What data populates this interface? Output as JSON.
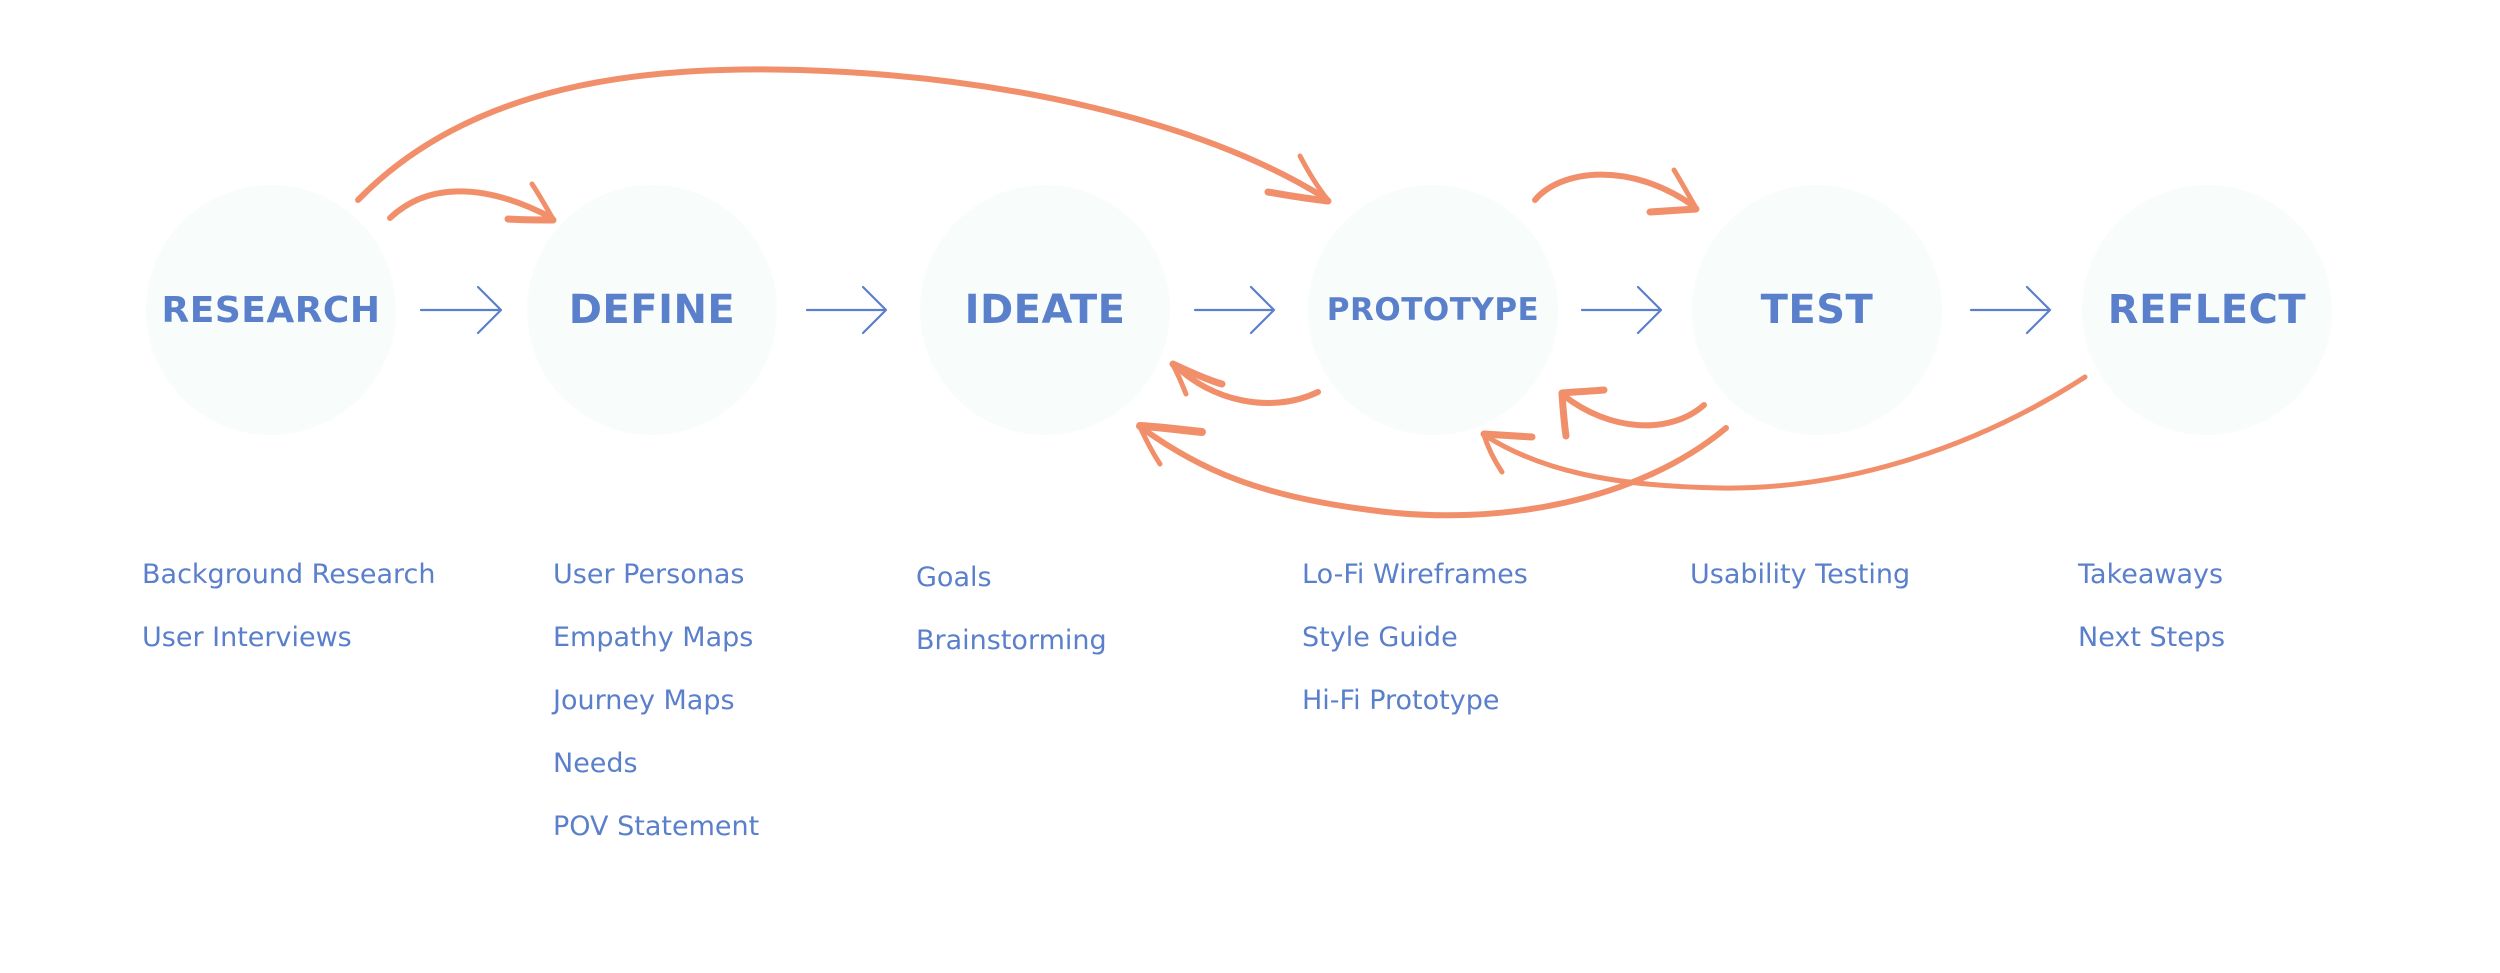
{
  "diagram": {
    "stages": [
      {
        "id": "research",
        "label": "RESEARCH",
        "items": [
          "Background Research",
          "User Interviews"
        ]
      },
      {
        "id": "define",
        "label": "DEFINE",
        "items": [
          "User Personas",
          "Empathy Maps",
          "Journey Maps",
          "Needs",
          "POV Statement"
        ]
      },
      {
        "id": "ideate",
        "label": "IDEATE",
        "items": [
          "Goals",
          "Brainstorming"
        ]
      },
      {
        "id": "prototype",
        "label": "PROTOTYPE",
        "items": [
          "Lo-Fi Wireframes",
          "Style Guide",
          "Hi-Fi Prototype"
        ]
      },
      {
        "id": "test",
        "label": "TEST",
        "items": [
          "Usability Testing"
        ]
      },
      {
        "id": "reflect",
        "label": "REFLECT",
        "items": [
          "Takeaways",
          "Next Steps"
        ]
      }
    ],
    "colors": {
      "text": "#5a7fcb",
      "flow_arrow": "#5a7fcb",
      "loop_arrow": "#f28f6b",
      "circle_fill": "#f8fcfb"
    }
  }
}
